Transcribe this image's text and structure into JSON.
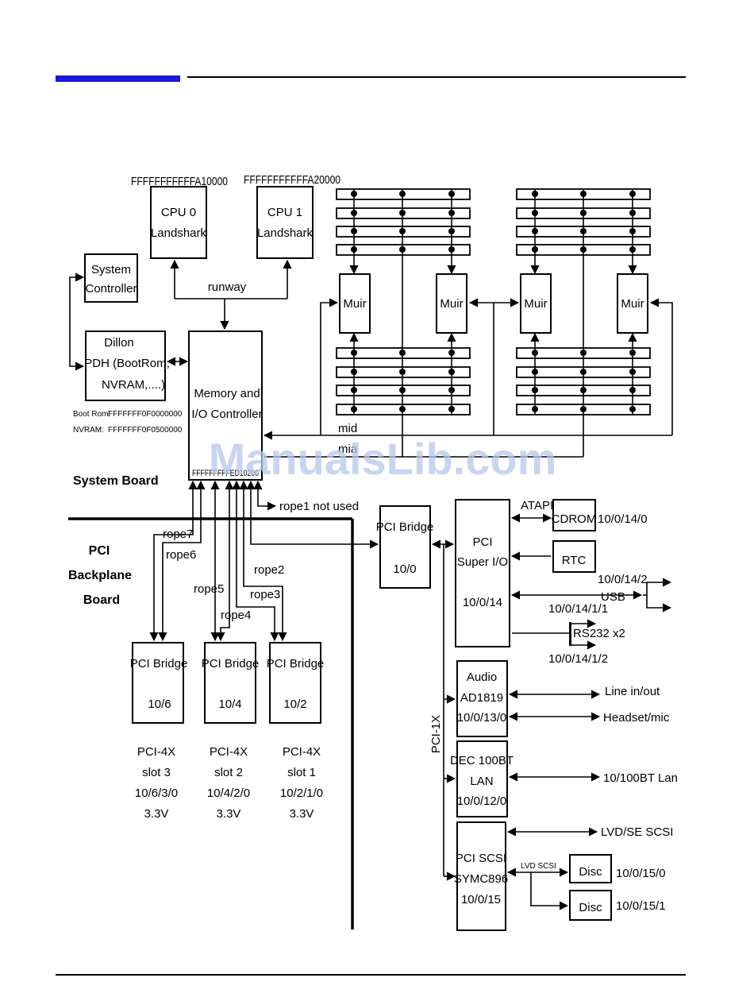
{
  "watermark": "ManualsLib.com",
  "cpu0": {
    "address": "FFFFFFFFFFFA10000",
    "line1": "CPU 0",
    "line2": "Landshark"
  },
  "cpu1": {
    "address": "FFFFFFFFFFFA20000",
    "line1": "CPU 1",
    "line2": "Landshark"
  },
  "runway": "runway",
  "system_controller": {
    "line1": "System",
    "line2": "Controller"
  },
  "dillon": {
    "line1": "Dillon",
    "line2": "PDH (BootRom,",
    "line3": "NVRAM,....)"
  },
  "bootrom_label": "Boot Rom:",
  "bootrom_addr": "FFFFFFF0F0000000",
  "nvram_label": "NVRAM:",
  "nvram_addr": "FFFFFFF0F0500000",
  "mioc": {
    "line1": "Memory and",
    "line2": "I/O Controller",
    "address": "FFFFFFFFFED10200"
  },
  "muir": [
    "Muir",
    "Muir",
    "Muir",
    "Muir"
  ],
  "mid_label": "mid",
  "mia_label": "mia",
  "system_board": "System Board",
  "pci_backplane": {
    "line1": "PCI",
    "line2": "Backplane",
    "line3": "Board"
  },
  "ropes": {
    "rope1": "rope1 not used",
    "rope2": "rope2",
    "rope3": "rope3",
    "rope4": "rope4",
    "rope5": "rope5",
    "rope6": "rope6",
    "rope7": "rope7"
  },
  "bridges": [
    {
      "title": "PCI Bridge",
      "path": "10/6"
    },
    {
      "title": "PCI Bridge",
      "path": "10/4"
    },
    {
      "title": "PCI Bridge",
      "path": "10/2"
    }
  ],
  "slots": [
    {
      "l1": "PCI-4X",
      "l2": "slot 3",
      "l3": "10/6/3/0",
      "l4": "3.3V"
    },
    {
      "l1": "PCI-4X",
      "l2": "slot 2",
      "l3": "10/4/2/0",
      "l4": "3.3V"
    },
    {
      "l1": "PCI-4X",
      "l2": "slot 1",
      "l3": "10/2/1/0",
      "l4": "3.3V"
    }
  ],
  "main_bridge": {
    "title": "PCI Bridge",
    "path": "10/0"
  },
  "pci_1x": "PCI-1X",
  "super_io": {
    "l1": "PCI",
    "l2": "Super I/O",
    "l3": "10/0/14"
  },
  "atapi": "ATAPI",
  "cdrom": {
    "label": "CDROM",
    "path": "10/0/14/0"
  },
  "rtc": "RTC",
  "usb": {
    "path": "10/0/14/2",
    "label": "USB"
  },
  "rs232": {
    "path1": "10/0/14/1/1",
    "label": "RS232 x2",
    "path2": "10/0/14/1/2"
  },
  "audio": {
    "l1": "Audio",
    "l2": "AD1819",
    "l3": "10/0/13/0"
  },
  "line_in": "Line in/out",
  "headset": "Headset/mic",
  "lan": {
    "l1": "DEC 100BT",
    "l2": "LAN",
    "l3": "10/0/12/0"
  },
  "lan_out": "10/100BT Lan",
  "scsi": {
    "l1": "PCI SCSI",
    "l2": "SYMC896",
    "l3": "10/0/15"
  },
  "lvd_se": "LVD/SE SCSI",
  "lvd_scsi": "LVD SCSI",
  "disc1": {
    "label": "Disc",
    "path": "10/0/15/0"
  },
  "disc2": {
    "label": "Disc",
    "path": "10/0/15/1"
  }
}
